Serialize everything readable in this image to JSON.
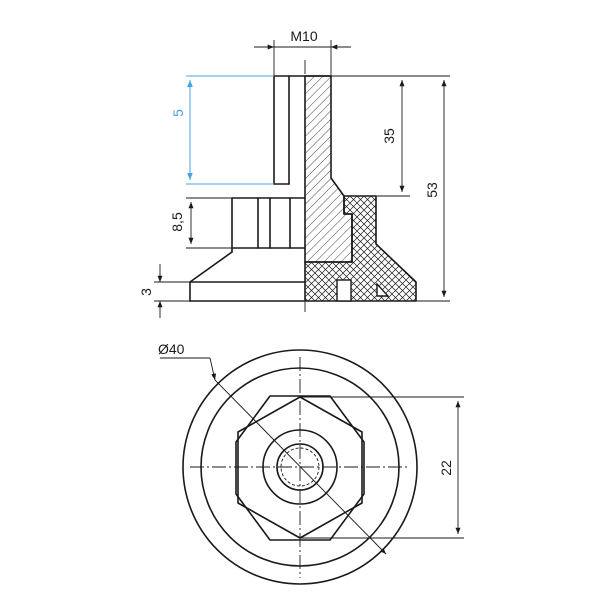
{
  "dimensions": {
    "thread": "M10",
    "top_length": "5",
    "stud_length": "35",
    "overall_height": "53",
    "hex_height": "8,5",
    "base_height": "3",
    "diameter": "Ø40",
    "hex_across_flats": "22"
  },
  "colors": {
    "line": "#1a1a1a",
    "highlight_dimension": "#4aa3df"
  }
}
